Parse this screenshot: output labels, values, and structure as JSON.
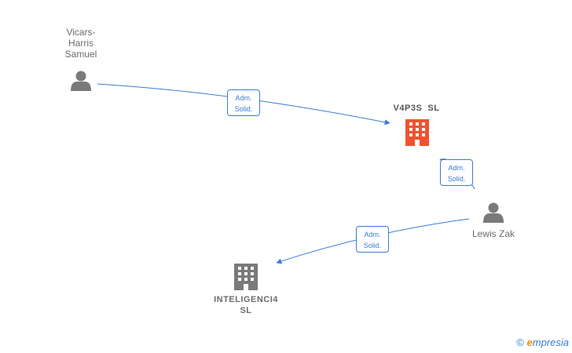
{
  "nodes": {
    "vicars": {
      "label": "Vicars-\nHarris\nSamuel",
      "type": "person"
    },
    "v4p3s": {
      "label": "V4P3S  SL",
      "type": "company",
      "color": "#f0522e"
    },
    "lewis": {
      "label": "Lewis Zak",
      "type": "person"
    },
    "inteligenci4": {
      "label": "INTELIGENCI4\nSL",
      "type": "company",
      "color": "#7a7a7a"
    }
  },
  "edges": [
    {
      "from": "vicars",
      "to": "v4p3s",
      "label": "Adm.\nSolid."
    },
    {
      "from": "lewis",
      "to": "v4p3s",
      "label": "Adm.\nSolid."
    },
    {
      "from": "lewis",
      "to": "inteligenci4",
      "label": "Adm.\nSolid."
    }
  ],
  "colors": {
    "edge": "#3a7bd5",
    "person": "#7a7a7a"
  },
  "footer": {
    "copyright_symbol": "©",
    "brand_first": "e",
    "brand_rest": "mpresia"
  }
}
